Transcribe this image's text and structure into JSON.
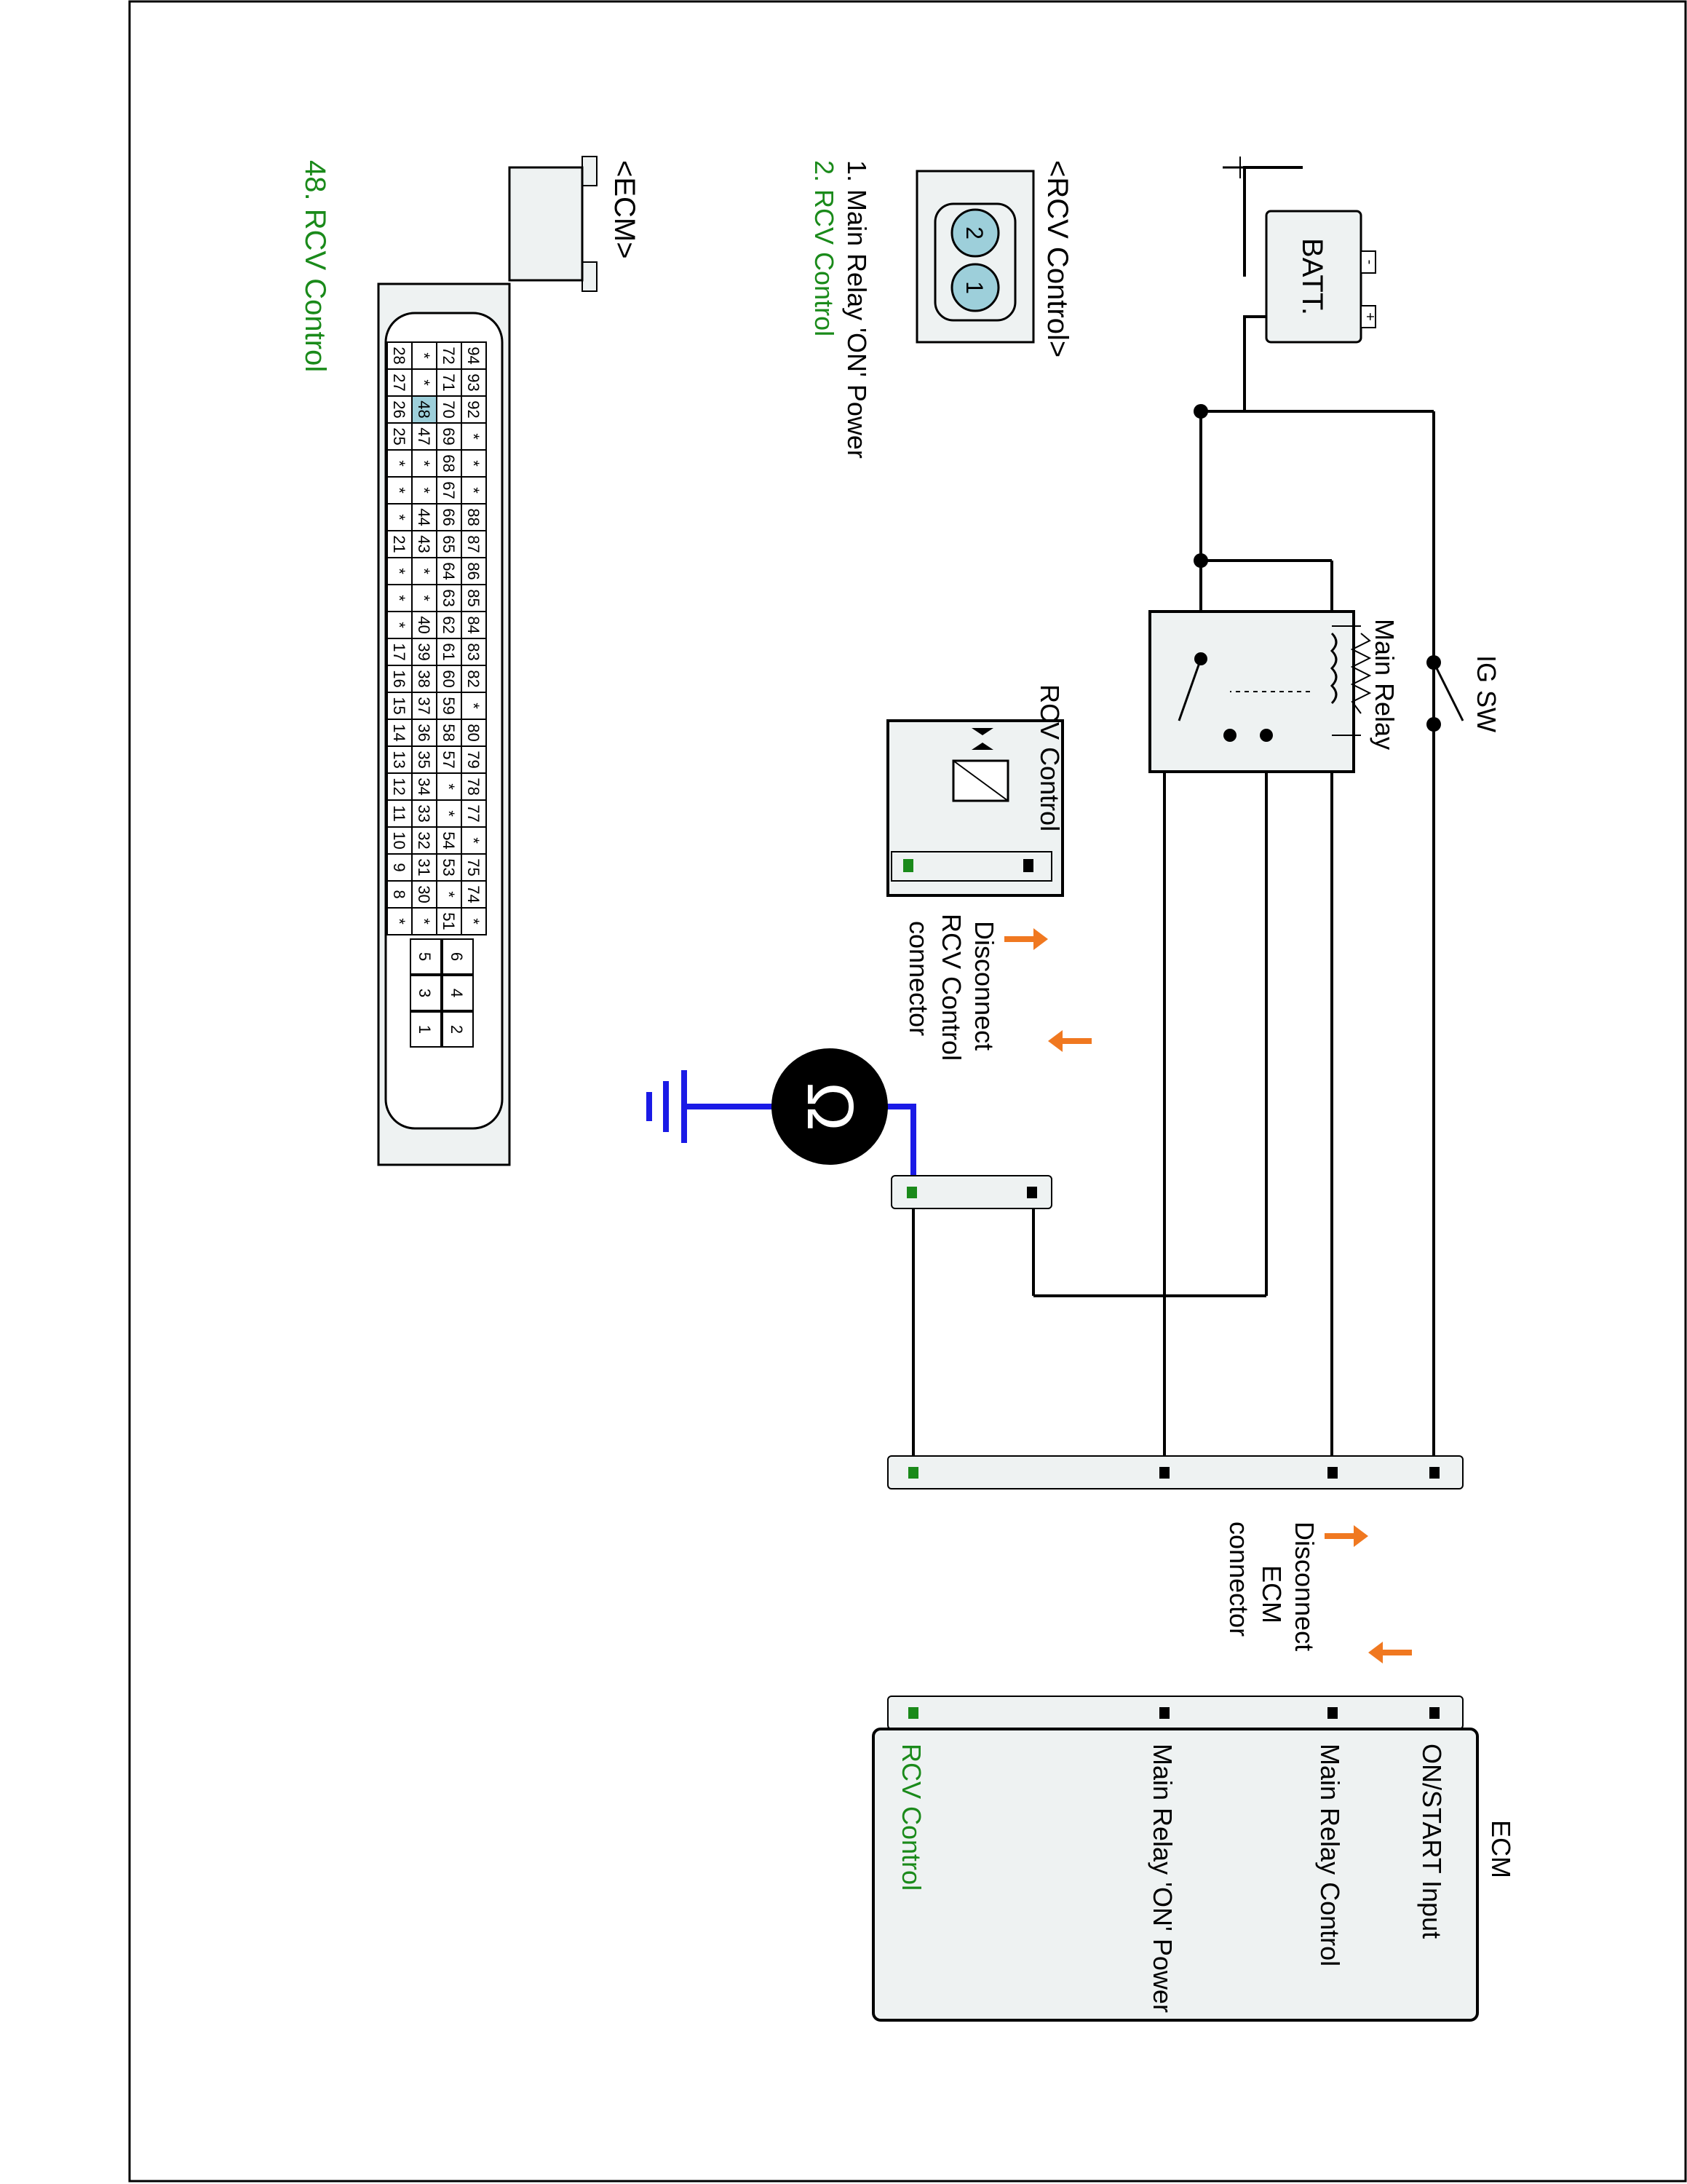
{
  "colors": {
    "wire": "#000000",
    "ground_wire": "#1a1ae6",
    "highlight_text": "#1a8a1a",
    "arrow": "#f07820",
    "pin_green": "#1a8a1a",
    "pin_black": "#000000",
    "connector_fill": "#e8eeee",
    "pin_hl_fill": "#9dcfda"
  },
  "labels": {
    "batt": "BATT.",
    "batt_plus": "+",
    "batt_minus": "-",
    "ig_sw": "IG SW",
    "main_relay": "Main Relay",
    "rcv_control_unit": "RCV Control",
    "ecm_box_title": "ECM",
    "ecm_pins": [
      "ON/START Input",
      "Main Relay Control",
      "Main Relay 'ON' Power",
      "RCV Control"
    ],
    "disconnect_rcv": [
      "Disconnect",
      "RCV Control",
      "connector"
    ],
    "disconnect_ecm": [
      "Disconnect",
      "ECM",
      "connector"
    ],
    "ohm_symbol": "Ω"
  },
  "rcv_connector": {
    "title": "<RCV Control>",
    "pins": [
      "2",
      "1"
    ],
    "pin_list": [
      "1. Main Relay 'ON' Power",
      "2. RCV Control"
    ]
  },
  "ecm_connector": {
    "title": "<ECM>",
    "highlight": "48. RCV Control",
    "upper_rows": [
      [
        "94",
        "93",
        "92",
        "*",
        "*",
        "*",
        "88",
        "87",
        "86",
        "85",
        "84",
        "83",
        "82",
        "*",
        "80",
        "79",
        "78",
        "77",
        "*",
        "75",
        "74",
        "*"
      ],
      [
        "72",
        "71",
        "70",
        "69",
        "68",
        "67",
        "66",
        "65",
        "64",
        "63",
        "62",
        "61",
        "60",
        "59",
        "58",
        "57",
        "*",
        "*",
        "54",
        "53",
        "*",
        "51"
      ]
    ],
    "lower_rows": [
      [
        "*",
        "*",
        "48",
        "47",
        "*",
        "*",
        "44",
        "43",
        "*",
        "*",
        "40",
        "39",
        "38",
        "37",
        "36",
        "35",
        "34",
        "33",
        "32",
        "31",
        "30",
        "*"
      ],
      [
        "28",
        "27",
        "26",
        "25",
        "*",
        "*",
        "*",
        "21",
        "*",
        "*",
        "*",
        "17",
        "16",
        "15",
        "14",
        "13",
        "12",
        "11",
        "10",
        "9",
        "8",
        "*"
      ]
    ],
    "block_rows": [
      [
        "6",
        "5"
      ],
      [
        "4",
        "3"
      ],
      [
        "2",
        "1"
      ]
    ]
  }
}
